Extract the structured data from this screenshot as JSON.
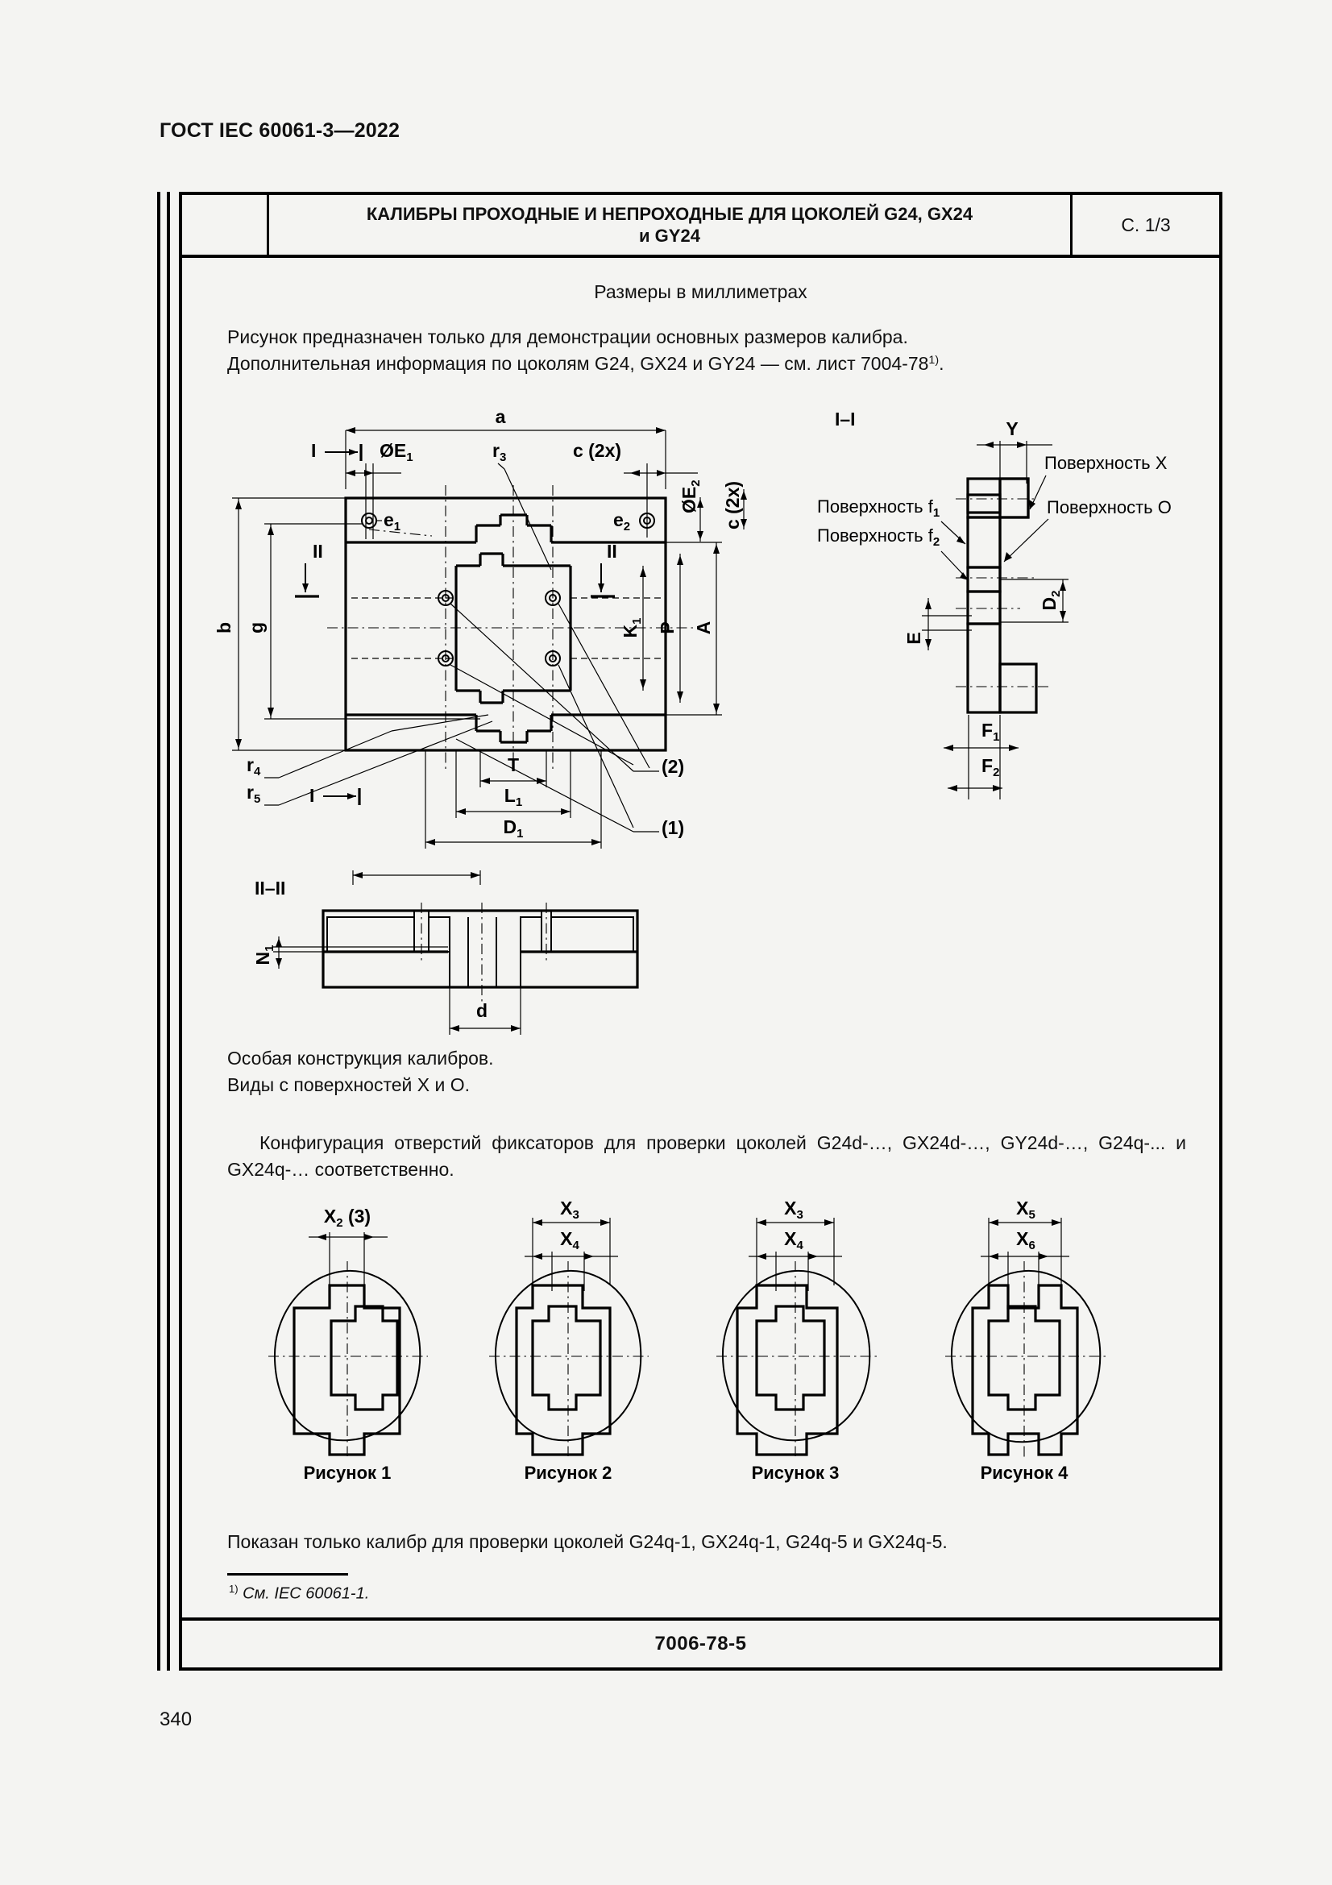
{
  "document": {
    "header": "ГОСТ IEC 60061-3—2022",
    "page_number": "340"
  },
  "title_block": {
    "title": "КАЛИБРЫ ПРОХОДНЫЕ И НЕПРОХОДНЫЕ ДЛЯ ЦОКОЛЕЙ G24, GX24 и GY24",
    "title_line1": "КАЛИБРЫ ПРОХОДНЫЕ И НЕПРОХОДНЫЕ ДЛЯ ЦОКОЛЕЙ G24, GX24",
    "title_line2": "и GY24",
    "page_ref": "С. 1/3"
  },
  "body": {
    "units_note": "Размеры в миллиметрах",
    "intro_line1": "Рисунок предназначен только для демонстрации основных размеров калибра.",
    "intro_line2": "Дополнительная информация по цоколям G24, GX24 и GY24 — см. лист 7004-78",
    "intro_footnote_marker": "1)",
    "intro_line2_end": ".",
    "special_line1": "Особая конструкция калибров.",
    "special_line2": "Виды с поверхностей X и O.",
    "config_para": "Конфигурация отверстий фиксаторов для проверки цоколей G24d-…, GX24d-…, GY24d-…, G24q-... и GX24q-… соответственно.",
    "bottom_note": "Показан только калибр для проверки цоколей G24q-1, GX24q-1, G24q-5 и GX24q-5.",
    "footnote_marker": "1)",
    "footnote_text": "См. IEC 60061-1."
  },
  "footer": {
    "sheet_code": "7006-78-5"
  },
  "main_drawing": {
    "section_marks": {
      "i": "I",
      "ii": "II"
    },
    "dimensions": {
      "a": "a",
      "b": "b",
      "g": "g",
      "A": "A",
      "P": "P",
      "K1": "K",
      "K1_sub": "1",
      "T": "T",
      "L1": "L",
      "L1_sub": "1",
      "D1": "D",
      "D1_sub": "1",
      "phiE1": "ØE",
      "phiE1_sub": "1",
      "phiE2": "ØE",
      "phiE2_sub": "2",
      "e1": "e",
      "e1_sub": "1",
      "e2": "e",
      "e2_sub": "2",
      "c_2x_top": "c (2x)",
      "c_2x_right": "c (2x)",
      "r3": "r",
      "r3_sub": "3",
      "r4": "r",
      "r4_sub": "4",
      "r5": "r",
      "r5_sub": "5"
    },
    "callouts": {
      "one": "(1)",
      "two": "(2)"
    }
  },
  "section_ii": {
    "label": "II–II",
    "dimensions": {
      "N1": "N",
      "N1_sub": "1",
      "d": "d"
    }
  },
  "section_i": {
    "label": "I–I",
    "dimensions": {
      "Y": "Y",
      "D2": "D",
      "D2_sub": "2",
      "E": "E",
      "F1": "F",
      "F1_sub": "1",
      "F2": "F",
      "F2_sub": "2"
    },
    "surface_labels": {
      "x": "Поверхность X",
      "o": "Поверхность O",
      "f1": "Поверхность f",
      "f1_sub": "1",
      "f2": "Поверхность f",
      "f2_sub": "2"
    }
  },
  "figures": [
    {
      "caption": "Рисунок 1",
      "dim_outer": "X",
      "dim_outer_sub": "2",
      "dim_outer_extra": " (3)",
      "dim_inner": "",
      "dim_inner_sub": ""
    },
    {
      "caption": "Рисунок 2",
      "dim_outer": "X",
      "dim_outer_sub": "3",
      "dim_outer_extra": "",
      "dim_inner": "X",
      "dim_inner_sub": "4"
    },
    {
      "caption": "Рисунок 3",
      "dim_outer": "X",
      "dim_outer_sub": "3",
      "dim_outer_extra": "",
      "dim_inner": "X",
      "dim_inner_sub": "4"
    },
    {
      "caption": "Рисунок 4",
      "dim_outer": "X",
      "dim_outer_sub": "5",
      "dim_outer_extra": "",
      "dim_inner": "X",
      "dim_inner_sub": "6"
    }
  ],
  "colors": {
    "ink": "#000000",
    "paper": "#f4f4f2"
  }
}
